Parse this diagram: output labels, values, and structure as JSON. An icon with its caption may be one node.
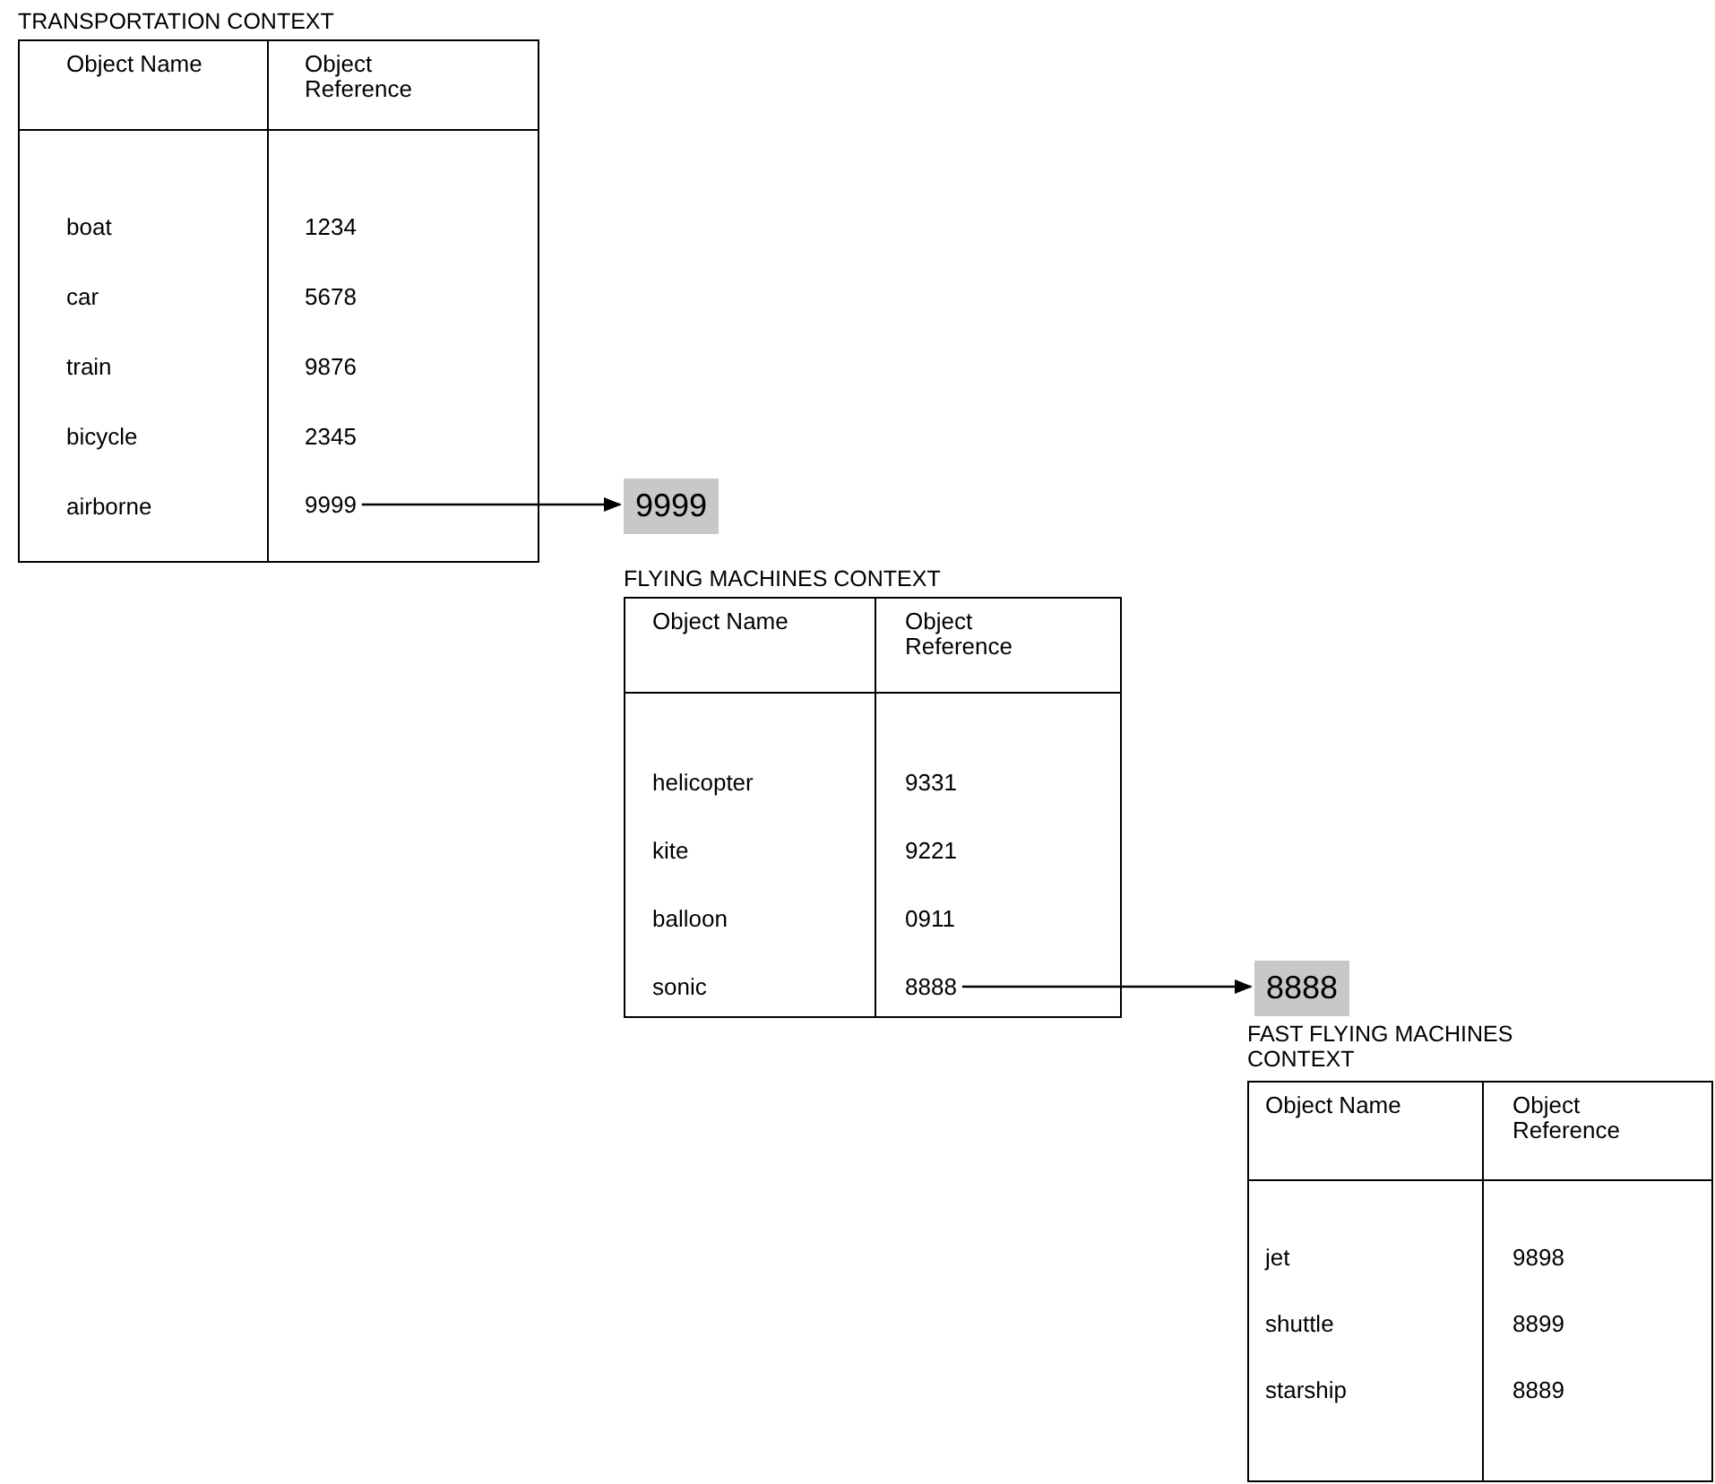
{
  "diagram": {
    "nodes": [
      {
        "text": [
          "TRANSPORTATION CONTEXT",
          "Object Name",
          "Object Reference",
          "boat",
          "1234",
          "car",
          "5678",
          "train",
          "9876",
          "bicycle",
          "2345",
          "airborne"
        ]
      },
      {
        "text": [
          "9999"
        ],
        "in": 0
      },
      {
        "text": [
          "9999"
        ]
      },
      {
        "text": [
          "FLYING MACHINES CONTEXT",
          "Object Name",
          "Object Reference",
          "helicopter",
          "9331",
          "kite",
          "9221",
          "balloon",
          "0911",
          "sonic"
        ]
      },
      {
        "text": [
          "8888"
        ],
        "in": 3
      },
      {
        "text": [
          "8888"
        ]
      },
      {
        "text": [
          "FAST FLYING MACHINES CONTEXT",
          "Object Name",
          "Object Reference",
          "jet",
          "9898",
          "shuttle",
          "8899",
          "starship",
          "8889"
        ]
      }
    ],
    "edges": [
      {
        "from": 1,
        "to": 2,
        "arrow": "to"
      },
      {
        "from": 4,
        "to": 5,
        "arrow": "to"
      }
    ]
  }
}
